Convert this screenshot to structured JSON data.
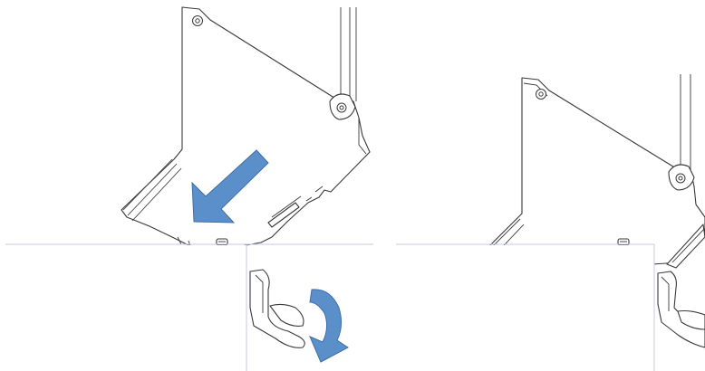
{
  "figure": {
    "panels": [
      {
        "id": "left-step",
        "arrows": [
          "slide-down-left",
          "rotate-clockwise"
        ]
      },
      {
        "id": "right-step",
        "arrows": []
      }
    ],
    "colors": {
      "arrow_fill": "#5b8fc9",
      "arrow_stroke": "#3f6fa8",
      "line": "#3a3a3a",
      "panel_edge": "#c5cbe0",
      "background": "#ffffff"
    }
  }
}
